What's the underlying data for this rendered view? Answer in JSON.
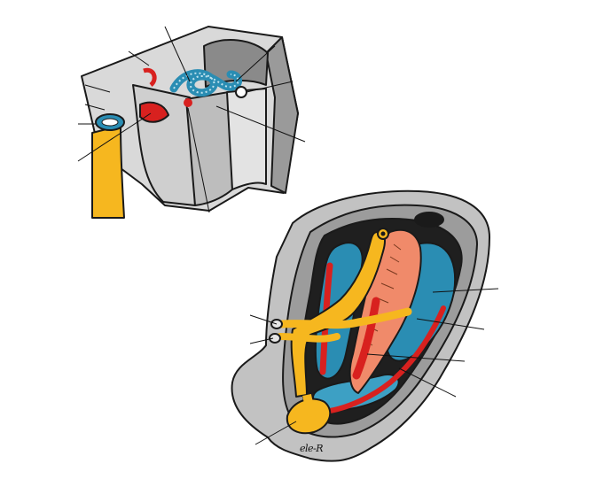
{
  "figure": {
    "top_view": "upper-left-cutaway",
    "bottom_view": "lower-right-cutaway",
    "signature": "ele-R"
  },
  "colors": {
    "outline": "#1a1a1a",
    "wall_gray": "#c7c7c7",
    "wall_light": "#e6e6e6",
    "wall_dark": "#8a8a8a",
    "nerve_yellow": "#f6b71f",
    "duct_blue": "#2a8db3",
    "duct_blue_light": "#7cc3dc",
    "vessel_red": "#d8211f",
    "tissue_salmon": "#f08a6a",
    "cavity_black": "#1a1a1a"
  }
}
